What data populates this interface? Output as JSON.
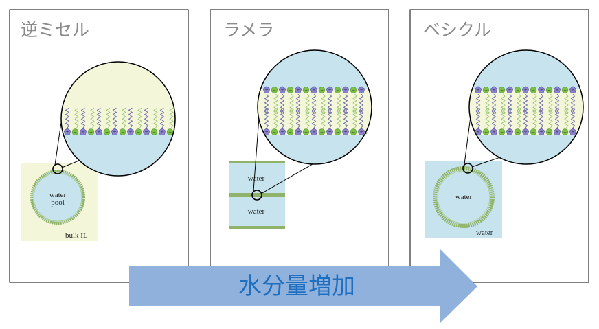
{
  "panels": [
    {
      "title": "逆ミセル",
      "labels": {
        "water_pool_line1": "water",
        "water_pool_line2": "pool",
        "bulk": "bulk IL"
      }
    },
    {
      "title": "ラメラ",
      "labels": {
        "water_top": "water",
        "water_bottom": "water"
      }
    },
    {
      "title": "ベシクル",
      "labels": {
        "water_inner": "water",
        "water_outer": "water"
      }
    }
  ],
  "arrow": {
    "label": "水分量増加"
  },
  "glyphs": {
    "plus": "+",
    "minus": "−"
  },
  "colors": {
    "frame": "#000000",
    "water": "#c7e4ee",
    "ionic_liquid": "#f4f6d9",
    "membrane": "#8fb36a",
    "cation": "#8b83cf",
    "anion": "#7fc24a",
    "tail": "#9ec77a",
    "arrow": "#8fb1dc",
    "arrow_text": "#1f6fc1"
  }
}
